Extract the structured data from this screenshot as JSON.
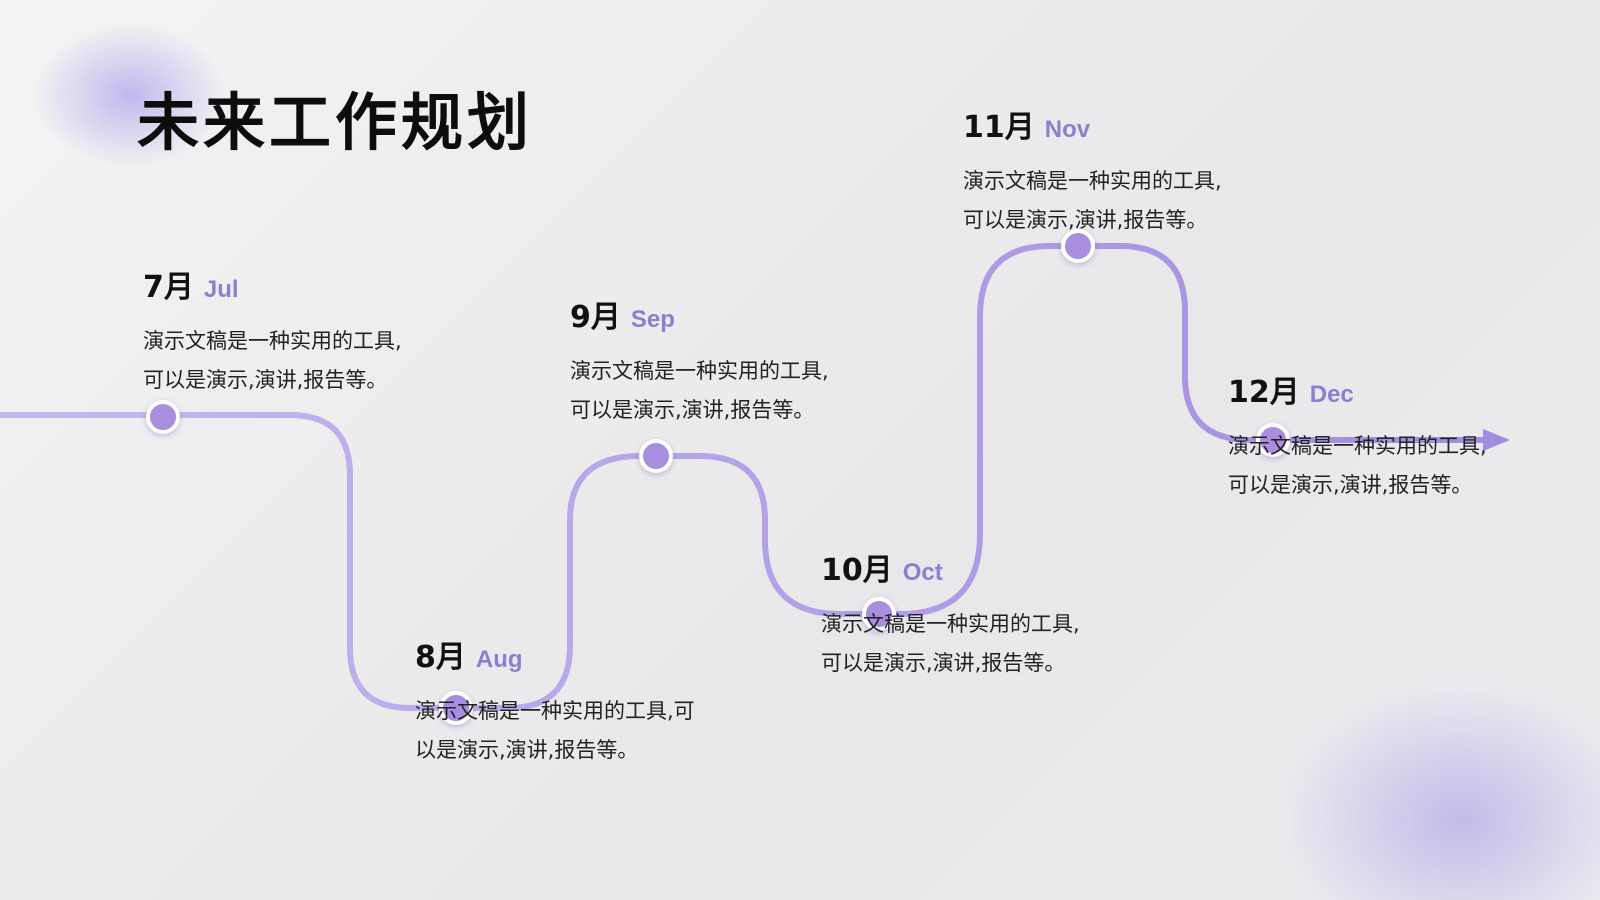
{
  "title": "未来工作规划",
  "colors": {
    "accent": "#a98ee0",
    "path": "#b3a2e6",
    "english_label": "#8b7fcf"
  },
  "milestones": [
    {
      "month": "7月",
      "eng": "Jul",
      "desc": "演示文稿是一种实用的工具,\n可以是演示,演讲,报告等。"
    },
    {
      "month": "8月",
      "eng": "Aug",
      "desc": "演示文稿是一种实用的工具,可\n以是演示,演讲,报告等。"
    },
    {
      "month": "9月",
      "eng": "Sep",
      "desc": "演示文稿是一种实用的工具,\n可以是演示,演讲,报告等。"
    },
    {
      "month": "10月",
      "eng": "Oct",
      "desc": "演示文稿是一种实用的工具,\n可以是演示,演讲,报告等。"
    },
    {
      "month": "11月",
      "eng": "Nov",
      "desc": "演示文稿是一种实用的工具,\n可以是演示,演讲,报告等。"
    },
    {
      "month": "12月",
      "eng": "Dec",
      "desc": "演示文稿是一种实用的工具,\n可以是演示,演讲,报告等。"
    }
  ]
}
